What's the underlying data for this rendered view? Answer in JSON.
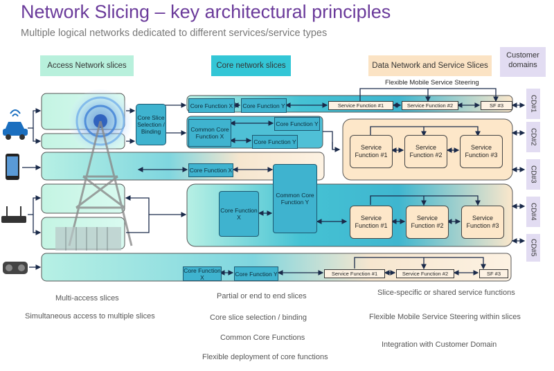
{
  "title": "Network Slicing – key architectural principles",
  "subtitle": "Multiple logical networks dedicated to different services/service types",
  "headers": {
    "access": "Access Network slices",
    "core": "Core network slices",
    "data": "Data Network and Service Slices",
    "customer": "Customer domains"
  },
  "steering_label": "Flexible Mobile Service Steering",
  "selection": "Core Slice Selection / Binding",
  "core_fx": "Core Function X",
  "core_fy": "Core Function Y",
  "common_core_x": "Common Core Function X",
  "common_core_y": "Common Core Function Y",
  "sf1": "Service Function #1",
  "sf2": "Service Function #2",
  "sf3": "SF #3",
  "sfbig1": "Service Function #1",
  "sfbig2": "Service Function #2",
  "sfbig3": "Service Function #3",
  "cd": [
    "CD#1",
    "CD#2",
    "CD#3",
    "CD#4",
    "CD#5"
  ],
  "captions": {
    "left": [
      "Multi-access slices",
      "Simultaneous access to multiple slices"
    ],
    "middle": [
      "Partial or end to end slices",
      "Core slice selection / binding",
      "Common Core Functions",
      "Flexible deployment of core functions"
    ],
    "right": [
      "Slice-specific or shared service functions",
      "Flexible Mobile Service Steering within slices",
      "Integration with Customer Domain"
    ]
  },
  "colors": {
    "title": "#6a3a9a",
    "access": "#b8f0dc",
    "core": "#33c6d6",
    "data": "#fbe3c4",
    "customer": "#e2dcf2"
  },
  "icons": [
    "car-icon",
    "smartphone-icon",
    "router-icon",
    "vr-headset-icon",
    "antenna-tower-icon",
    "building-icon"
  ]
}
